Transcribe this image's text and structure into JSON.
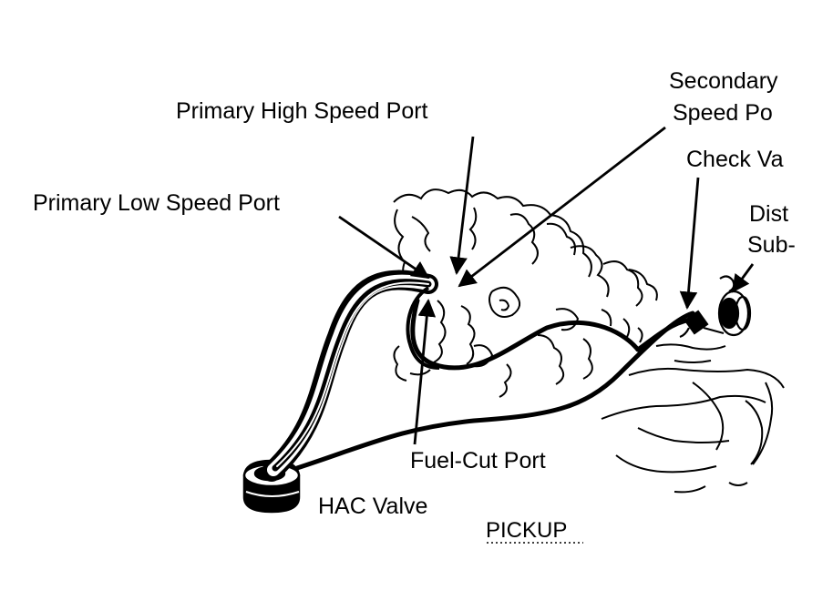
{
  "labels": {
    "primary_high": "Primary High Speed Port",
    "primary_low": "Primary Low Speed Port",
    "secondary_line1": "Secondary",
    "secondary_line2": "Speed Po",
    "check_valve": "Check Va",
    "dist_line1": "Dist",
    "dist_line2": "Sub-",
    "fuel_cut": "Fuel-Cut Port",
    "hac_valve": "HAC Valve",
    "pickup": "PICKUP"
  },
  "colors": {
    "ink": "#000000",
    "paper": "#ffffff"
  }
}
